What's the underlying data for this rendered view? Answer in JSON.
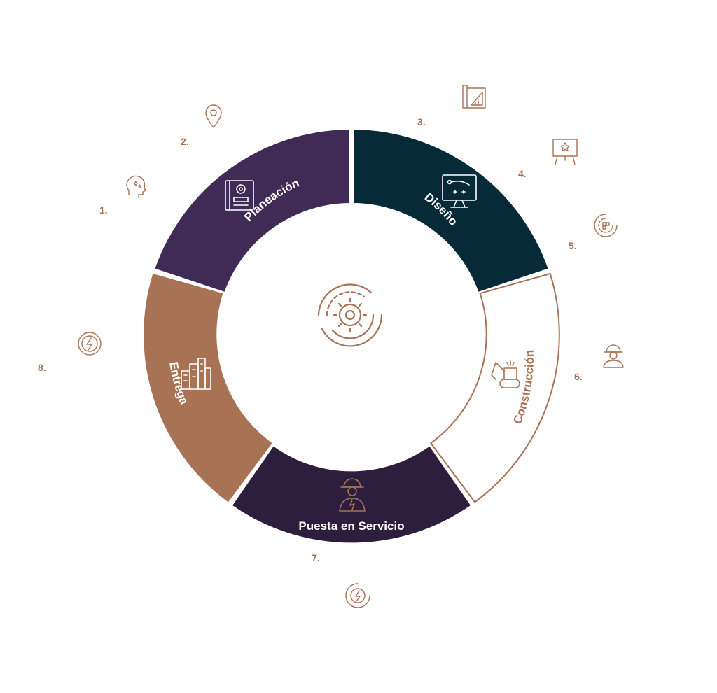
{
  "colors": {
    "planeacion": "#3f2b55",
    "diseno": "#062a38",
    "construccion": "#ffffff",
    "puesta": "#2e1e3e",
    "entrega": "#a87255",
    "copper": "#a87255",
    "label_light": "#ffffff"
  },
  "segments": [
    {
      "id": "planeacion",
      "label": "Planeación"
    },
    {
      "id": "diseno",
      "label": "Diseño"
    },
    {
      "id": "construccion",
      "label": "Construcción"
    },
    {
      "id": "puesta",
      "label": "Puesta en Servicio"
    },
    {
      "id": "entrega",
      "label": "Entrega"
    }
  ],
  "steps": [
    {
      "label": "1.",
      "icon": "head-sparkles-icon"
    },
    {
      "label": "2.",
      "icon": "location-pin-icon"
    },
    {
      "label": "3.",
      "icon": "blueprint-ruler-icon"
    },
    {
      "label": "4.",
      "icon": "presentation-board-icon"
    },
    {
      "label": "5.",
      "icon": "circular-grid-icon"
    },
    {
      "label": "6.",
      "icon": "worker-helmet-icon"
    },
    {
      "label": "7.",
      "icon": "gear-lightning-icon"
    },
    {
      "label": "8.",
      "icon": "lightning-circle-icon"
    }
  ]
}
